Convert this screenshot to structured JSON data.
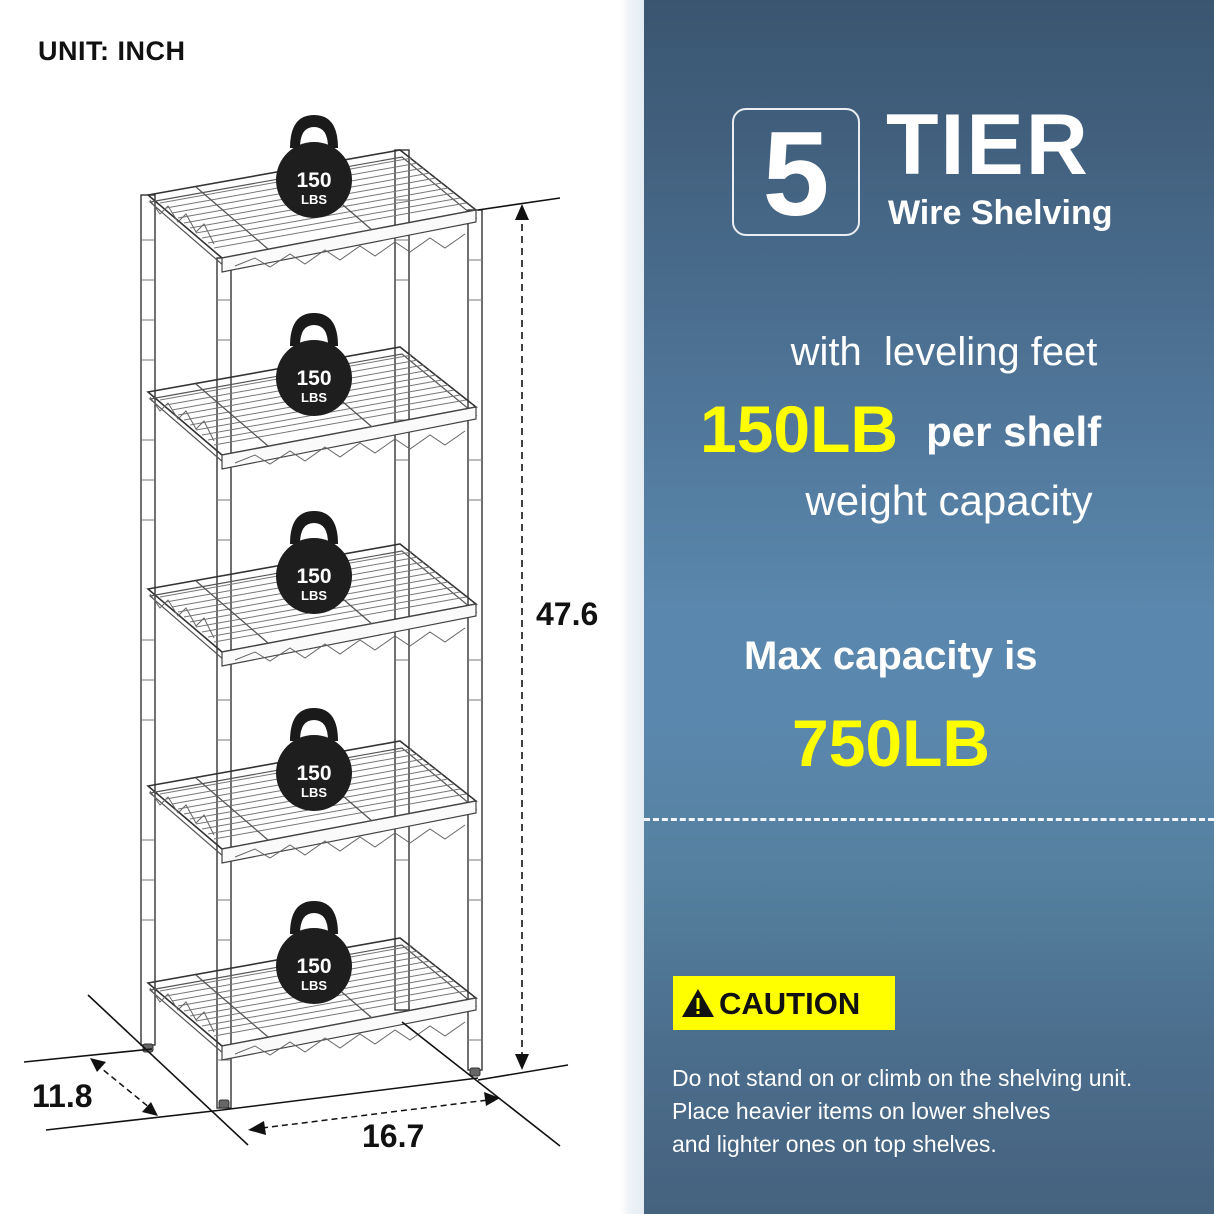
{
  "left_panel": {
    "unit_label": "UNIT: INCH",
    "dimensions": {
      "height": "47.6",
      "depth": "11.8",
      "width": "16.7"
    },
    "kettlebells": [
      {
        "value": "150",
        "unit": "LBS"
      },
      {
        "value": "150",
        "unit": "LBS"
      },
      {
        "value": "150",
        "unit": "LBS"
      },
      {
        "value": "150",
        "unit": "LBS"
      },
      {
        "value": "150",
        "unit": "LBS"
      }
    ]
  },
  "right_panel": {
    "badge_number": "5",
    "title": "TIER",
    "subtitle": "Wire Shelving",
    "feature_line": "with  leveling feet",
    "per_shelf_value": "150LB",
    "per_shelf_label": "per shelf",
    "capacity_label": "weight capacity",
    "max_label": "Max capacity is",
    "max_value": "750LB",
    "caution": {
      "icon": "warning-triangle-icon",
      "label": "CAUTION",
      "lines": [
        "Do not stand on or climb on the shelving unit.",
        "Place heavier items on lower shelves",
        "and lighter ones on top shelves."
      ]
    }
  },
  "colors": {
    "panel_top": "#3a5570",
    "panel_mid": "#5a87ad",
    "panel_bottom": "#45627e",
    "highlight_yellow": "#ffff00",
    "text_dark": "#111111",
    "text_light": "#ffffff"
  }
}
